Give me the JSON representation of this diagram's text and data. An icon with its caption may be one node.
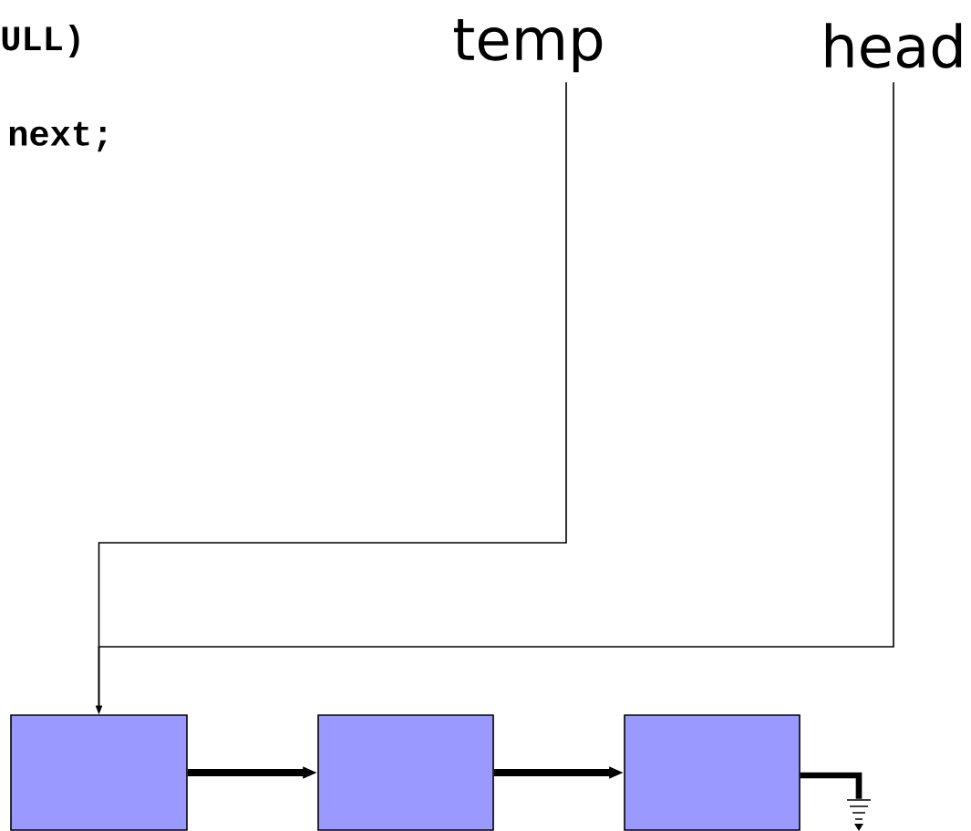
{
  "diagram": {
    "nodes": [
      {
        "text": [
          "temp"
        ]
      },
      {
        "text": [
          "head"
        ]
      },
      {
        "text": [],
        "shape": "box"
      },
      {
        "text": [],
        "shape": "box"
      },
      {
        "text": [],
        "shape": "box"
      },
      {
        "text": [],
        "shape": "ground"
      }
    ],
    "edges": [
      {
        "from": 0,
        "to": 2,
        "arrow": "to"
      },
      {
        "from": 1,
        "to": 2,
        "arrow": "to"
      },
      {
        "from": 2,
        "to": 3,
        "arrow": "to"
      },
      {
        "from": 3,
        "to": 4,
        "arrow": "to"
      },
      {
        "from": 4,
        "to": 5,
        "arrow": "none"
      }
    ],
    "labels": [
      "ULL)",
      "next;"
    ]
  }
}
